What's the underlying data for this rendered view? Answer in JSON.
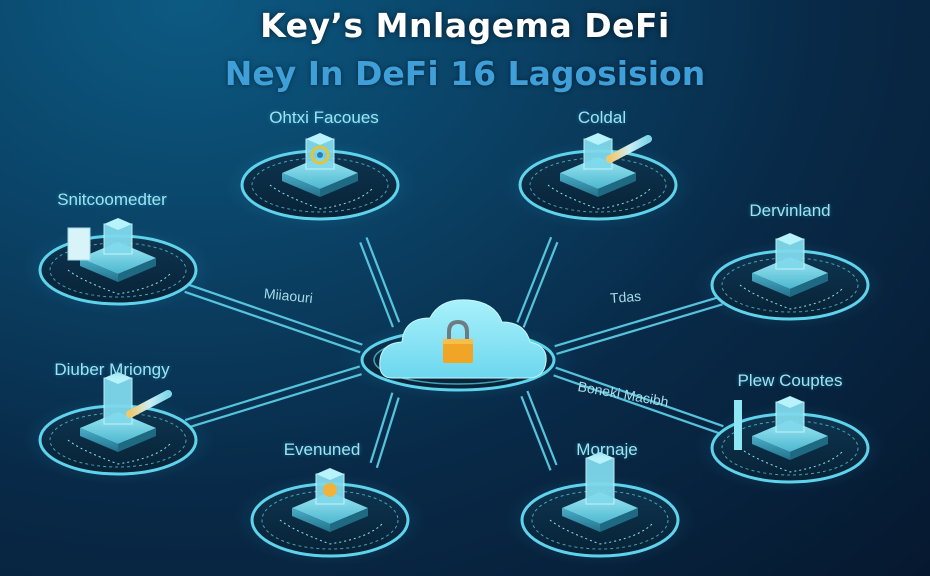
{
  "header": {
    "title": "Key’s Mnlagema DeFi",
    "subtitle": "Ney In DeFi 16 Lagosision"
  },
  "colors": {
    "accent_cyan": "#5fd3ec",
    "subtitle_blue": "#3f9fd8",
    "lock_orange": "#f0a526",
    "cloud": "#8ee6f7"
  },
  "hub": {
    "name": "cloud-hub",
    "icon": "lock-icon"
  },
  "nodes": [
    {
      "id": "top-left",
      "label": "Ohtxi Facoues",
      "icon": "vault-cube-icon"
    },
    {
      "id": "top-right",
      "label": "Coldal",
      "icon": "cube-with-key-icon"
    },
    {
      "id": "mid-left",
      "label": "Snitcoomedter",
      "icon": "server-tower-icon"
    },
    {
      "id": "mid-right",
      "label": "Dervinland",
      "icon": "building-icon"
    },
    {
      "id": "lower-left",
      "label": "Diuber Mriongy",
      "icon": "tower-with-key-icon"
    },
    {
      "id": "lower-right",
      "label": "Plew Couptes",
      "icon": "crystal-cube-icon"
    },
    {
      "id": "bottom-left",
      "label": "Evenuned",
      "icon": "shield-lock-icon"
    },
    {
      "id": "bottom-right",
      "label": "Mornaje",
      "icon": "pillar-icon"
    }
  ],
  "links": [
    {
      "label": "Miiaouri"
    },
    {
      "label": "Tdas"
    },
    {
      "label": "Boneki Macibh"
    }
  ]
}
